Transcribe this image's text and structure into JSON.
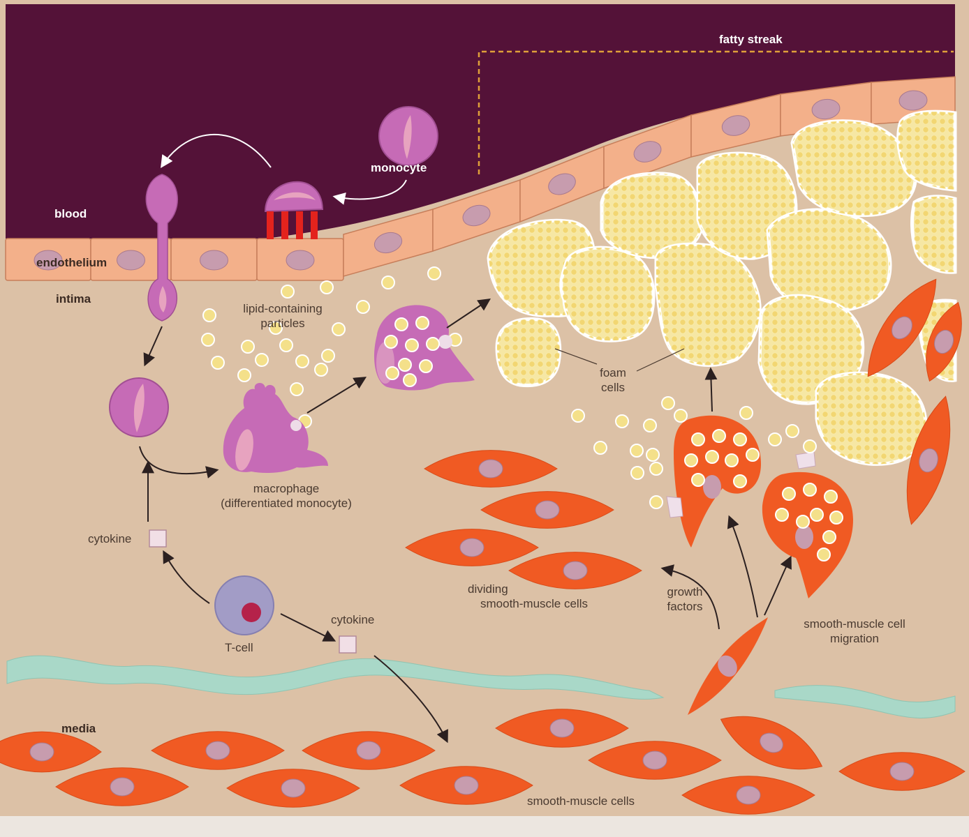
{
  "labels": {
    "fatty_streak": "fatty streak",
    "monocyte": "monocyte",
    "blood": "blood",
    "endothelium": "endothelium",
    "intima": "intima",
    "lipid_particles_line1": "lipid-containing",
    "lipid_particles_line2": "particles",
    "foam_cells_line1": "foam",
    "foam_cells_line2": "cells",
    "macrophage_line1": "macrophage",
    "macrophage_line2": "(differentiated monocyte)",
    "cytokine_upper": "cytokine",
    "cytokine_lower": "cytokine",
    "t_cell": "T-cell",
    "dividing_line1": "dividing",
    "dividing_line2": "smooth-muscle cells",
    "growth_line1": "growth",
    "growth_line2": "factors",
    "migration_line1": "smooth-muscle cell",
    "migration_line2": "migration",
    "media": "media",
    "smooth_muscle_cells": "smooth-muscle cells"
  },
  "colors": {
    "blood": "#541238",
    "tissue": "#dcc1a6",
    "endothelium": "#f3b08a",
    "endothelium_edge": "#c77e5a",
    "nucleus": "#c79cae",
    "monocyte": "#c66bb6",
    "smooth_muscle": "#f05a23",
    "lipid": "#f4e08a",
    "foam_fill": "#f6e7a4",
    "elastic_band": "#a9d8c8",
    "t_cell": "#a29cc6",
    "t_cell_nucleus": "#b5224a",
    "fatty_streak_line": "#e0a03a"
  }
}
